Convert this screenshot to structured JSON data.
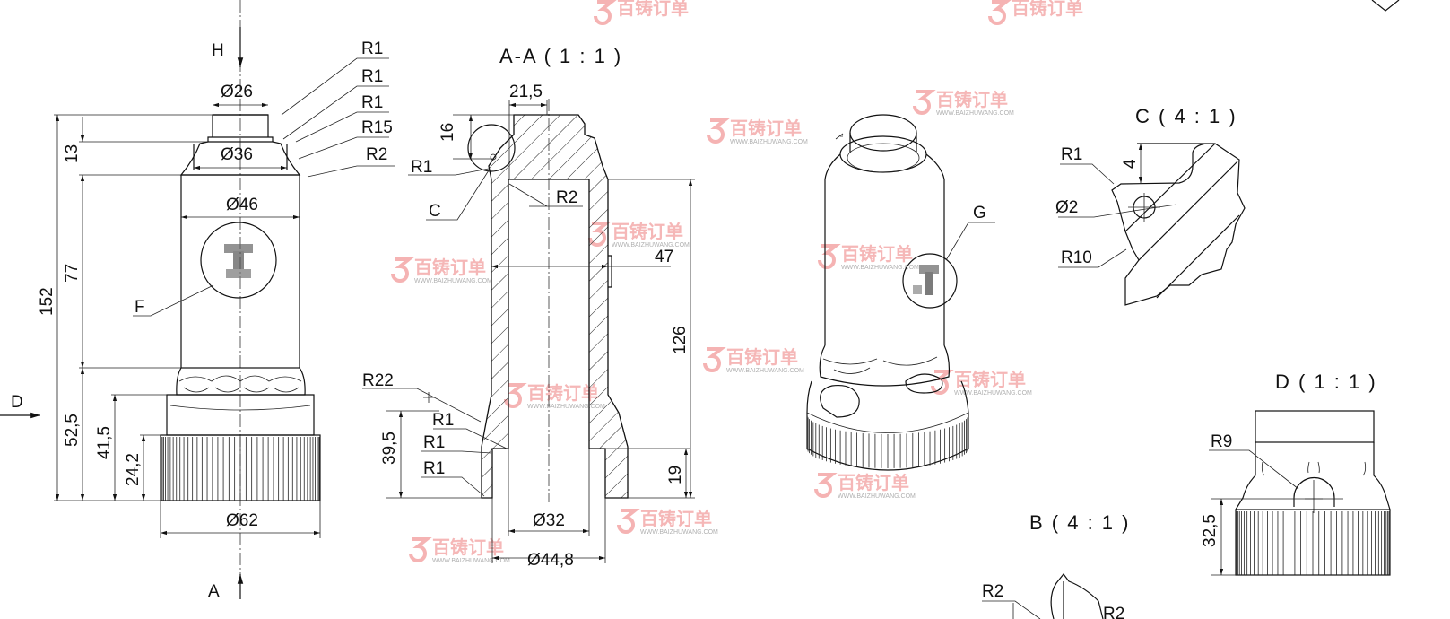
{
  "drawing": {
    "left_view": {
      "view_label_top": "H",
      "view_label_left": "D",
      "section_label": "A",
      "detail_label": "F",
      "dims": {
        "d26": "Ø26",
        "d36": "Ø36",
        "d46": "Ø46",
        "d62": "Ø62",
        "h13": "13",
        "h77": "77",
        "h152": "152",
        "h52_5": "52,5",
        "h41_5": "41,5",
        "h24_2": "24,2"
      },
      "radii": [
        "R1",
        "R1",
        "R1",
        "R15",
        "R2"
      ]
    },
    "section_aa": {
      "title": "A-A ( 1 : 1 )",
      "detail_label": "C",
      "dims": {
        "w21_5": "21,5",
        "h16": "16",
        "d47": "47",
        "h126": "126",
        "h39_5": "39,5",
        "h19": "19",
        "d32": "Ø32",
        "d44_8": "Ø44,8"
      },
      "radii": {
        "top_r1": "R1",
        "inner_r2": "R2",
        "r22": "R22",
        "r1_a": "R1",
        "r1_b": "R1",
        "r1_c": "R1"
      }
    },
    "iso_view": {
      "detail_label": "G"
    },
    "detail_c": {
      "title": "C ( 4 : 1 )",
      "r1": "R1",
      "d2": "Ø2",
      "r10": "R10",
      "h4": "4"
    },
    "detail_d": {
      "title": "D ( 1 : 1 )",
      "r9": "R9",
      "h32_5": "32,5"
    },
    "detail_b": {
      "title": "B ( 4 : 1 )",
      "r2": "R2",
      "r_partial": "R2"
    }
  },
  "watermark": {
    "brand": "百铸订单",
    "url": "WWW.BAIZHUWANG.COM"
  },
  "colors": {
    "line": "#111111",
    "watermark": "#f2a0a0"
  }
}
